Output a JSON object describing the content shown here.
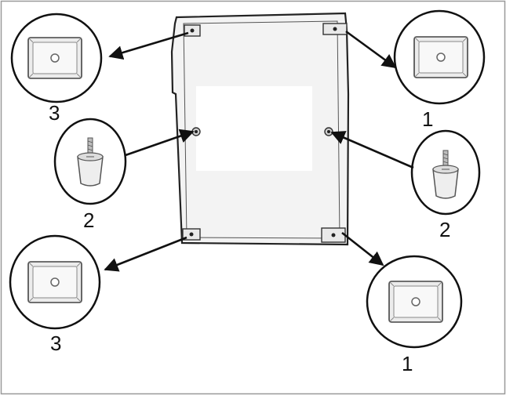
{
  "diagram": {
    "colors": {
      "frame": "#9a9a9a",
      "outline": "#222222",
      "panel_fill": "#f4f4f4",
      "panel_inner": "#ffffff",
      "pad_fill": "#eeeeee",
      "arrow": "#111111"
    },
    "callouts": [
      {
        "id": "top-left-pad",
        "kind": "corner-pad",
        "label": "3"
      },
      {
        "id": "top-right-pad",
        "kind": "corner-pad",
        "label": "1"
      },
      {
        "id": "left-leveling-foot",
        "kind": "leveling-foot",
        "label": "2"
      },
      {
        "id": "right-leveling-foot",
        "kind": "leveling-foot",
        "label": "2"
      },
      {
        "id": "bottom-left-pad",
        "kind": "corner-pad",
        "label": "3"
      },
      {
        "id": "bottom-right-pad",
        "kind": "corner-pad",
        "label": "1"
      }
    ]
  }
}
